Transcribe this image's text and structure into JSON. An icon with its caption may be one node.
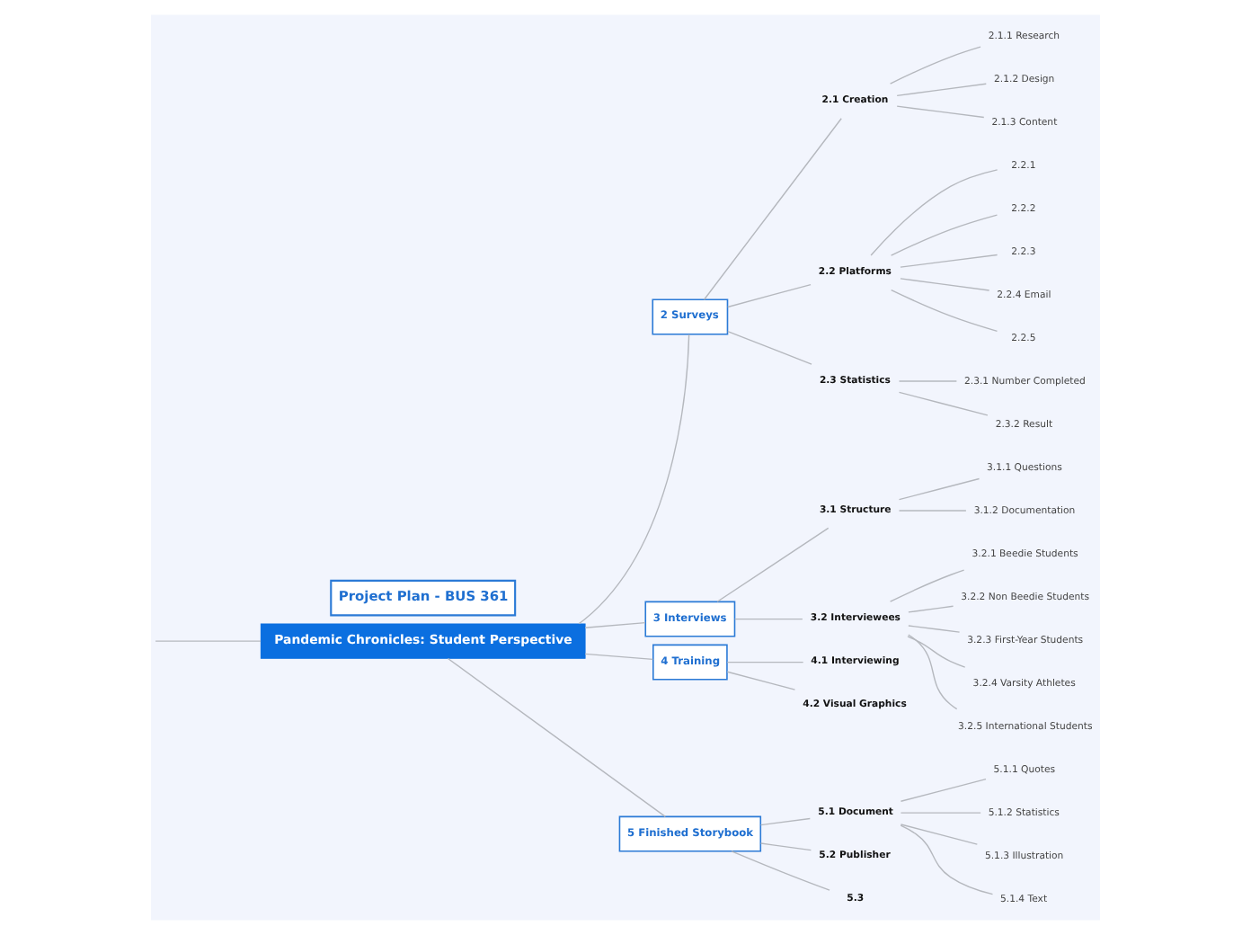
{
  "diagram": {
    "nodes": [
      {
        "text": [
          "Project Plan - BUS 361"
        ]
      },
      {
        "text": [
          "Pandemic Chronicles: Student Perspective"
        ]
      },
      {
        "text": [
          "2 Surveys"
        ]
      },
      {
        "text": [
          "2.1 Creation"
        ]
      },
      {
        "text": [
          "2.1.1 Research"
        ]
      },
      {
        "text": [
          "2.1.2 Design"
        ]
      },
      {
        "text": [
          "2.1.3 Content"
        ]
      },
      {
        "text": [
          "2.2 Platforms"
        ]
      },
      {
        "text": [
          "2.2.1"
        ]
      },
      {
        "text": [
          "2.2.2"
        ]
      },
      {
        "text": [
          "2.2.3"
        ]
      },
      {
        "text": [
          "2.2.4 Email"
        ]
      },
      {
        "text": [
          "2.2.5"
        ]
      },
      {
        "text": [
          "2.3 Statistics"
        ]
      },
      {
        "text": [
          "2.3.1 Number Completed"
        ]
      },
      {
        "text": [
          "2.3.2 Result"
        ]
      },
      {
        "text": [
          "3 Interviews"
        ]
      },
      {
        "text": [
          "3.1 Structure"
        ]
      },
      {
        "text": [
          "3.1.1 Questions"
        ]
      },
      {
        "text": [
          "3.1.2 Documentation"
        ]
      },
      {
        "text": [
          "3.2 Interviewees"
        ]
      },
      {
        "text": [
          "3.2.1 Beedie Students"
        ]
      },
      {
        "text": [
          "3.2.2 Non Beedie Students"
        ]
      },
      {
        "text": [
          "3.2.3 First-Year Students"
        ]
      },
      {
        "text": [
          "3.2.4 Varsity Athletes"
        ]
      },
      {
        "text": [
          "3.2.5 International Students"
        ]
      },
      {
        "text": [
          "4 Training"
        ]
      },
      {
        "text": [
          "4.1 Interviewing"
        ]
      },
      {
        "text": [
          "4.2 Visual Graphics"
        ]
      },
      {
        "text": [
          "5 Finished Storybook"
        ]
      },
      {
        "text": [
          "5.1 Document"
        ]
      },
      {
        "text": [
          "5.1.1 Quotes"
        ]
      },
      {
        "text": [
          "5.1.2 Statistics"
        ]
      },
      {
        "text": [
          "5.1.3 Illustration"
        ]
      },
      {
        "text": [
          "5.1.4 Text"
        ]
      },
      {
        "text": [
          "5.2 Publisher"
        ]
      },
      {
        "text": [
          "5.3"
        ]
      }
    ],
    "edges": [
      {
        "from": 1,
        "to": null,
        "arrow": "none"
      },
      {
        "from": 1,
        "to": 2,
        "arrow": "none"
      },
      {
        "from": 2,
        "to": 3,
        "arrow": "none"
      },
      {
        "from": 3,
        "to": 4,
        "arrow": "none"
      },
      {
        "from": 3,
        "to": 5,
        "arrow": "none"
      },
      {
        "from": 3,
        "to": 6,
        "arrow": "none"
      },
      {
        "from": 2,
        "to": 7,
        "arrow": "none"
      },
      {
        "from": 7,
        "to": 8,
        "arrow": "none"
      },
      {
        "from": 7,
        "to": 9,
        "arrow": "none"
      },
      {
        "from": 7,
        "to": 10,
        "arrow": "none"
      },
      {
        "from": 7,
        "to": 11,
        "arrow": "none"
      },
      {
        "from": 7,
        "to": 12,
        "arrow": "none"
      },
      {
        "from": 2,
        "to": 13,
        "arrow": "none"
      },
      {
        "from": 13,
        "to": 14,
        "arrow": "none"
      },
      {
        "from": 13,
        "to": 15,
        "arrow": "none"
      },
      {
        "from": 1,
        "to": 16,
        "arrow": "none"
      },
      {
        "from": 16,
        "to": 17,
        "arrow": "none"
      },
      {
        "from": 17,
        "to": 18,
        "arrow": "none"
      },
      {
        "from": 17,
        "to": 19,
        "arrow": "none"
      },
      {
        "from": 16,
        "to": 20,
        "arrow": "none"
      },
      {
        "from": 20,
        "to": 21,
        "arrow": "none"
      },
      {
        "from": 20,
        "to": 22,
        "arrow": "none"
      },
      {
        "from": 20,
        "to": 23,
        "arrow": "none"
      },
      {
        "from": 20,
        "to": 24,
        "arrow": "none"
      },
      {
        "from": 20,
        "to": 25,
        "arrow": "none"
      },
      {
        "from": 1,
        "to": 26,
        "arrow": "none"
      },
      {
        "from": 26,
        "to": 27,
        "arrow": "none"
      },
      {
        "from": 26,
        "to": 28,
        "arrow": "none"
      },
      {
        "from": 1,
        "to": 29,
        "arrow": "none"
      },
      {
        "from": 29,
        "to": 30,
        "arrow": "none"
      },
      {
        "from": 30,
        "to": 31,
        "arrow": "none"
      },
      {
        "from": 30,
        "to": 32,
        "arrow": "none"
      },
      {
        "from": 30,
        "to": 33,
        "arrow": "none"
      },
      {
        "from": 30,
        "to": 34,
        "arrow": "none"
      },
      {
        "from": 29,
        "to": 35,
        "arrow": "none"
      },
      {
        "from": 29,
        "to": 36,
        "arrow": "none"
      }
    ]
  }
}
